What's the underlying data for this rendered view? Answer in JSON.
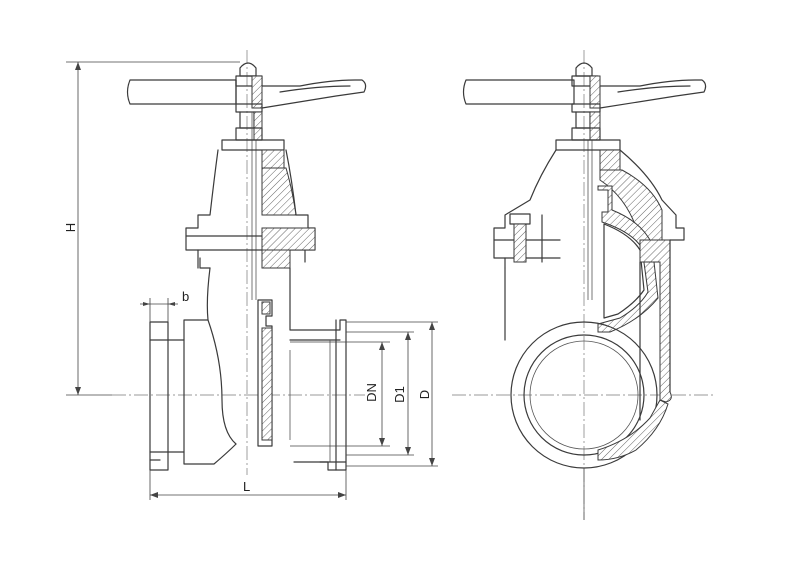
{
  "dimensions": {
    "H": "H",
    "b": "b",
    "L": "L",
    "DN": "DN",
    "D1": "D1",
    "D": "D"
  }
}
